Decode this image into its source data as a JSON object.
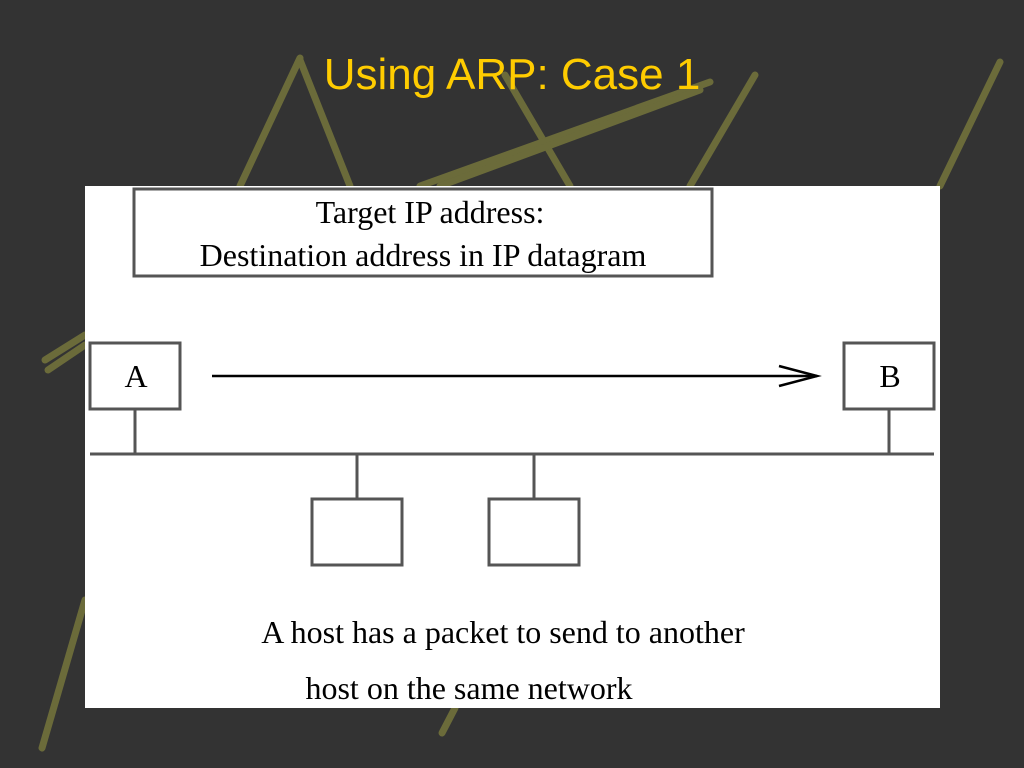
{
  "slide": {
    "title": "Using ARP: Case 1",
    "colors": {
      "background": "#333333",
      "title": "#ffcc00",
      "decor_lines": "#6b6b3a",
      "panel": "#ffffff",
      "diagram_stroke": "#555555"
    }
  },
  "diagram": {
    "note": {
      "line1": "Target IP address:",
      "line2": "Destination address in IP datagram"
    },
    "hosts": {
      "source": "A",
      "destination": "B",
      "others": [
        "",
        ""
      ]
    },
    "caption": {
      "line1": "A host has a packet to send to another",
      "line2": "host on the same network"
    }
  }
}
